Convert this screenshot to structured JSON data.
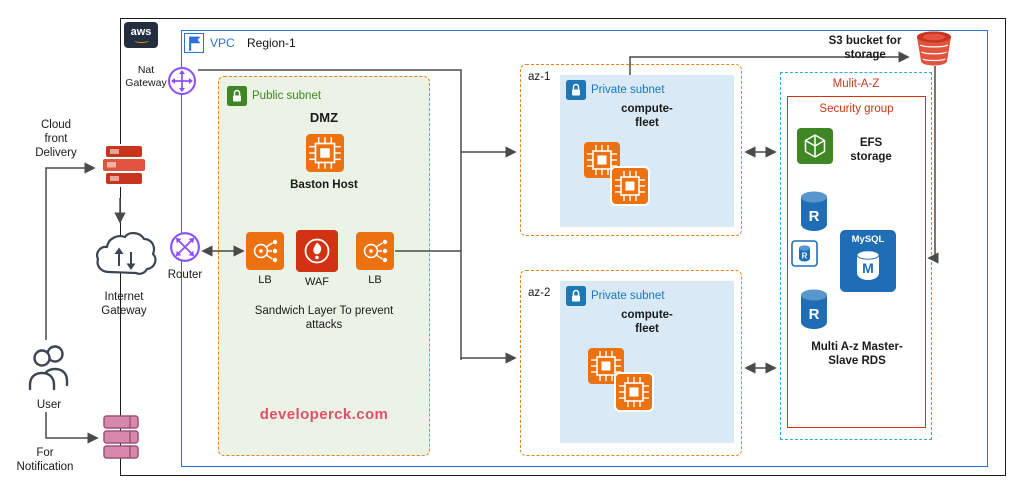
{
  "header": {
    "aws_logo": "aws",
    "vpc_label": "VPC",
    "region": "Region-1"
  },
  "left": {
    "nat_gateway": "Nat Gateway",
    "cloudfront": "Cloud front Delivery",
    "internet_gateway": "Internet Gateway",
    "router": "Router",
    "user": "User",
    "notification": "For Notification"
  },
  "public_subnet": {
    "label": "Public subnet",
    "dmz": "DMZ",
    "bastion_host": "Baston Host",
    "lb1": "LB",
    "waf": "WAF",
    "lb2": "LB",
    "caption": "Sandwich Layer To prevent attacks",
    "watermark": "developerck.com"
  },
  "az1": {
    "name": "az-1",
    "subnet_label": "Private subnet",
    "fleet": "compute-fleet"
  },
  "az2": {
    "name": "az-2",
    "subnet_label": "Private subnet",
    "fleet": "compute-fleet"
  },
  "multi_az": {
    "label": "Mulit-A-Z",
    "security_group": "Security group",
    "efs": "EFS storage",
    "mysql_label": "MySQL",
    "mysql_letter": "M",
    "rds_letter": "R",
    "caption": "Multi A-z Master-Slave RDS"
  },
  "s3": {
    "label": "S3 bucket for storage"
  },
  "colors": {
    "vpc_border": "#2d72d2",
    "subnet_orange": "#e8821e",
    "public_green": "#3f8624",
    "private_blue": "#1879ba",
    "security_red": "#d13212",
    "multiaz_blue": "#2da7df",
    "compute_orange": "#ec7211",
    "waf_red": "#d13212",
    "rds_blue": "#1f6eb5",
    "s3_red": "#c7351f",
    "watermark_pink": "#e0506a",
    "gateway_purple": "#8c4fff",
    "notification_pink": "#d888ab"
  }
}
